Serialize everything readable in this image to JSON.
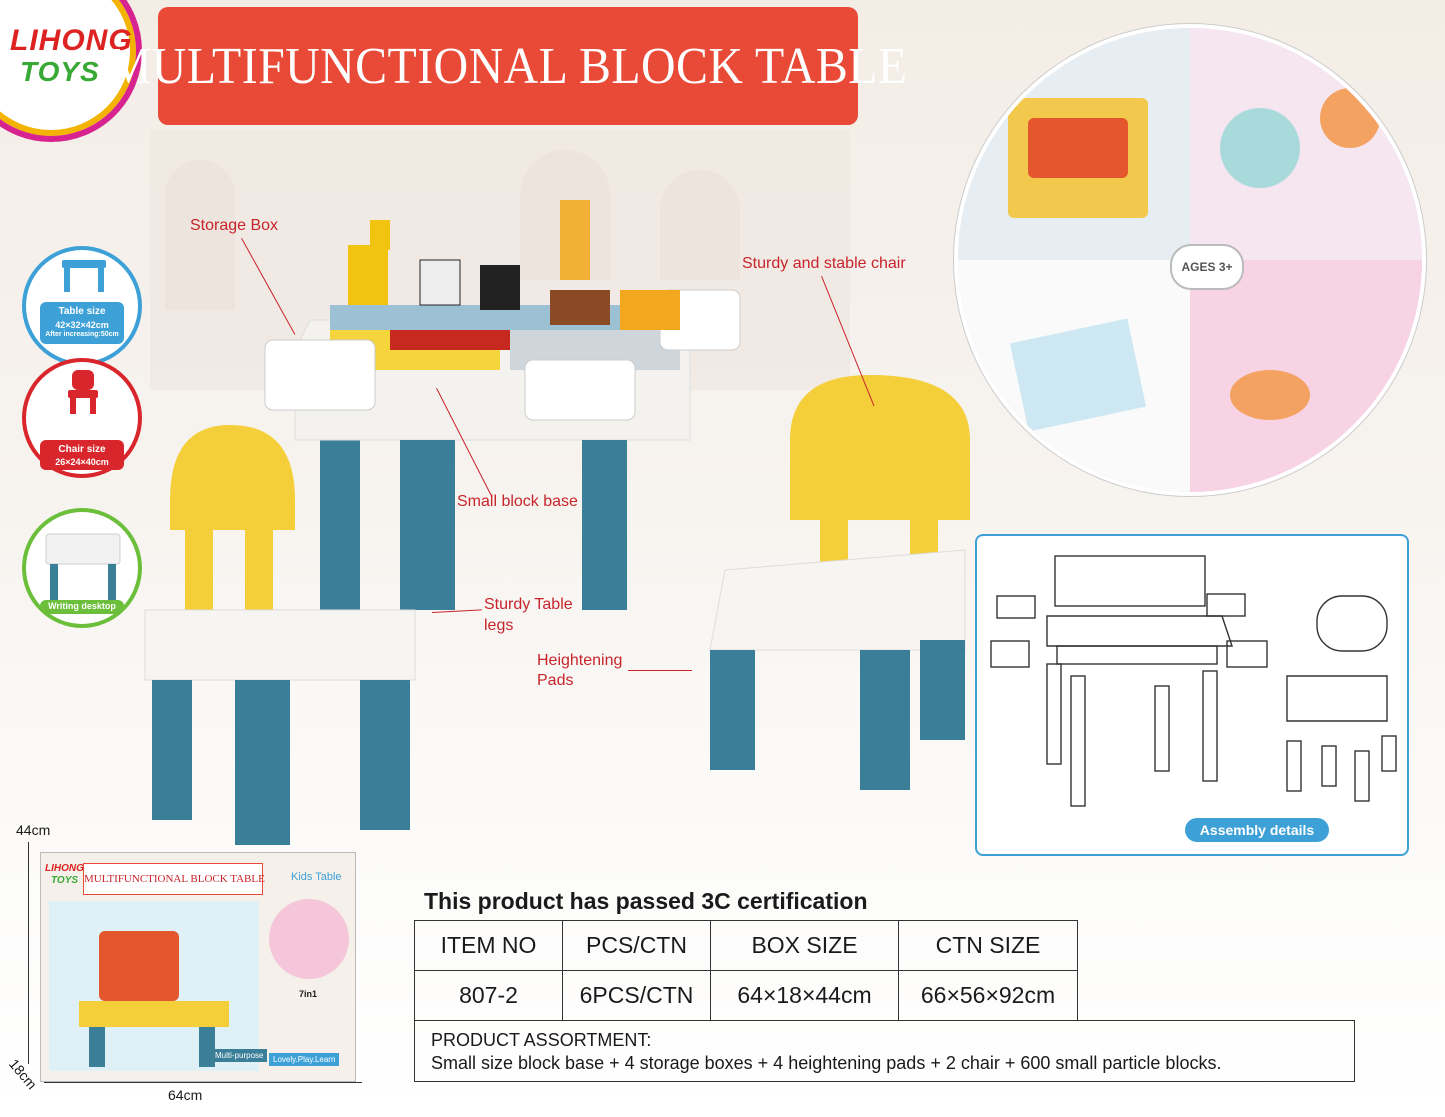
{
  "brand": {
    "line1": "LIHONG",
    "line2": "TOYS"
  },
  "title": "MULTIFUNCTIONAL BLOCK TABLE",
  "badges": [
    {
      "label": "Table size",
      "size": "42×32×42cm",
      "note": "After increasing:50cm",
      "color": "#3da1d8"
    },
    {
      "label": "Chair size",
      "size": "26×24×40cm",
      "color": "#d8262c"
    },
    {
      "label": "Writing desktop",
      "color": "#6cbf3a"
    }
  ],
  "callouts": {
    "storage_box": "Storage Box",
    "sturdy_chair": "Sturdy and stable chair",
    "small_block_base": "Small block base",
    "table_legs_1": "Sturdy Table",
    "table_legs_2": "legs",
    "pads_1": "Heightening",
    "pads_2": "Pads"
  },
  "collage": {
    "ages": "AGES 3+"
  },
  "assembly_label": "Assembly details",
  "box": {
    "height": "44cm",
    "depth": "18cm",
    "width": "64cm",
    "title": "MULTIFUNCTIONAL BLOCK TABLE",
    "kids_table": "Kids Table",
    "brand1": "LIHONG",
    "brand2": "TOYS",
    "seven_in_one": "7in1",
    "footer_left": "Multi-purpose",
    "footer_right": "Lovely.Play.Learn"
  },
  "certification": "This product has passed 3C certification",
  "table": {
    "headers": [
      "ITEM NO",
      "PCS/CTN",
      "BOX SIZE",
      "CTN SIZE"
    ],
    "row": [
      "807-2",
      "6PCS/CTN",
      "64×18×44cm",
      "66×56×92cm"
    ]
  },
  "assortment": {
    "label": "PRODUCT ASSORTMENT:",
    "text": "Small size block base + 4 storage boxes + 4 heightening pads + 2 chair + 600 small particle blocks."
  },
  "colors": {
    "banner": "#e84a37",
    "callout": "#c8242b",
    "teal": "#3a7f97",
    "yellow": "#f2cf3b",
    "accent_blue": "#3da1d8"
  }
}
